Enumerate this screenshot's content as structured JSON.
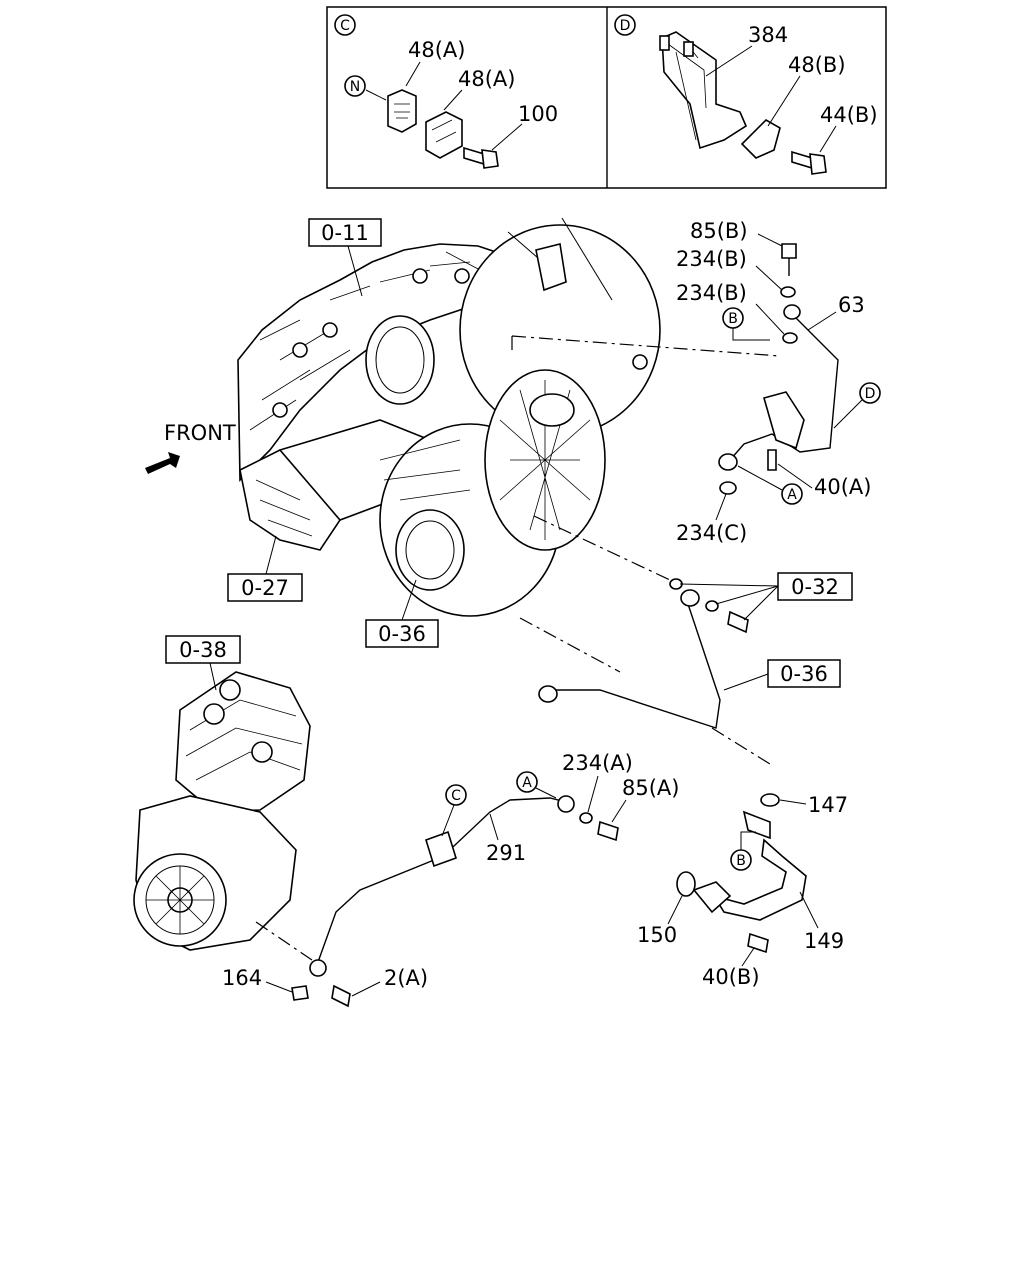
{
  "inset_c": {
    "letter": "C",
    "labels": [
      "48(A)",
      "48(A)",
      "100"
    ],
    "marker": "N"
  },
  "inset_d": {
    "letter": "D",
    "labels": [
      "384",
      "48(B)",
      "44(B)"
    ]
  },
  "refs": {
    "r011": "0-11",
    "r027": "0-27",
    "r036a": "0-36",
    "r038": "0-38",
    "r032": "0-32",
    "r036b": "0-36"
  },
  "front": "FRONT",
  "circles": {
    "a1": "A",
    "a2": "A",
    "b1": "B",
    "b2": "B",
    "c1": "C",
    "d1": "D"
  },
  "parts": {
    "p85b": "85(B)",
    "p234b1": "234(B)",
    "p234b2": "234(B)",
    "p63": "63",
    "p40a": "40(A)",
    "p234c": "234(C)",
    "p234a": "234(A)",
    "p85a": "85(A)",
    "p291": "291",
    "p147": "147",
    "p149": "149",
    "p150": "150",
    "p40b": "40(B)",
    "p164": "164",
    "p2a": "2(A)"
  }
}
